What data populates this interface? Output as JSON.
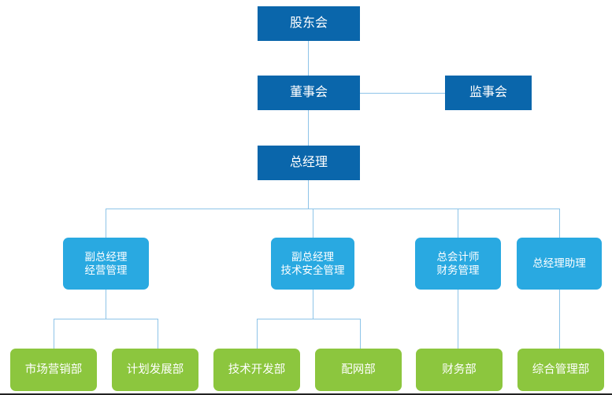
{
  "chart": {
    "type": "org-chart",
    "title": "",
    "colors": {
      "level1_box": "#0a66ab",
      "level2_box": "#29a9e1",
      "level3_box": "#8cc63e",
      "connector": "#8ec4e8",
      "text": "#ffffff",
      "background": "#ffffff"
    },
    "nodes": {
      "shareholders": {
        "label": "股东会"
      },
      "board": {
        "label": "董事会"
      },
      "supervisors": {
        "label": "监事会"
      },
      "general_manager": {
        "label": "总经理"
      },
      "deputy_gm_business": {
        "line1": "副总经理",
        "line2": "经营管理"
      },
      "deputy_gm_tech": {
        "line1": "副总经理",
        "line2": "技术安全管理"
      },
      "chief_accountant": {
        "line1": "总会计师",
        "line2": "财务管理"
      },
      "gm_assistant": {
        "line1": "总经理助理"
      },
      "dept_marketing": {
        "label": "市场营销部"
      },
      "dept_planning": {
        "label": "计划发展部"
      },
      "dept_tech_dev": {
        "label": "技术开发部"
      },
      "dept_distribution": {
        "label": "配网部"
      },
      "dept_finance": {
        "label": "财务部"
      },
      "dept_general_admin": {
        "label": "综合管理部"
      }
    },
    "edges": [
      {
        "from": "shareholders",
        "to": "board"
      },
      {
        "from": "board",
        "to": "supervisors"
      },
      {
        "from": "board",
        "to": "general_manager"
      },
      {
        "from": "general_manager",
        "to": "deputy_gm_business"
      },
      {
        "from": "general_manager",
        "to": "deputy_gm_tech"
      },
      {
        "from": "general_manager",
        "to": "chief_accountant"
      },
      {
        "from": "general_manager",
        "to": "gm_assistant"
      },
      {
        "from": "deputy_gm_business",
        "to": "dept_marketing"
      },
      {
        "from": "deputy_gm_business",
        "to": "dept_planning"
      },
      {
        "from": "deputy_gm_tech",
        "to": "dept_tech_dev"
      },
      {
        "from": "deputy_gm_tech",
        "to": "dept_distribution"
      },
      {
        "from": "chief_accountant",
        "to": "dept_finance"
      },
      {
        "from": "gm_assistant",
        "to": "dept_general_admin"
      }
    ]
  }
}
